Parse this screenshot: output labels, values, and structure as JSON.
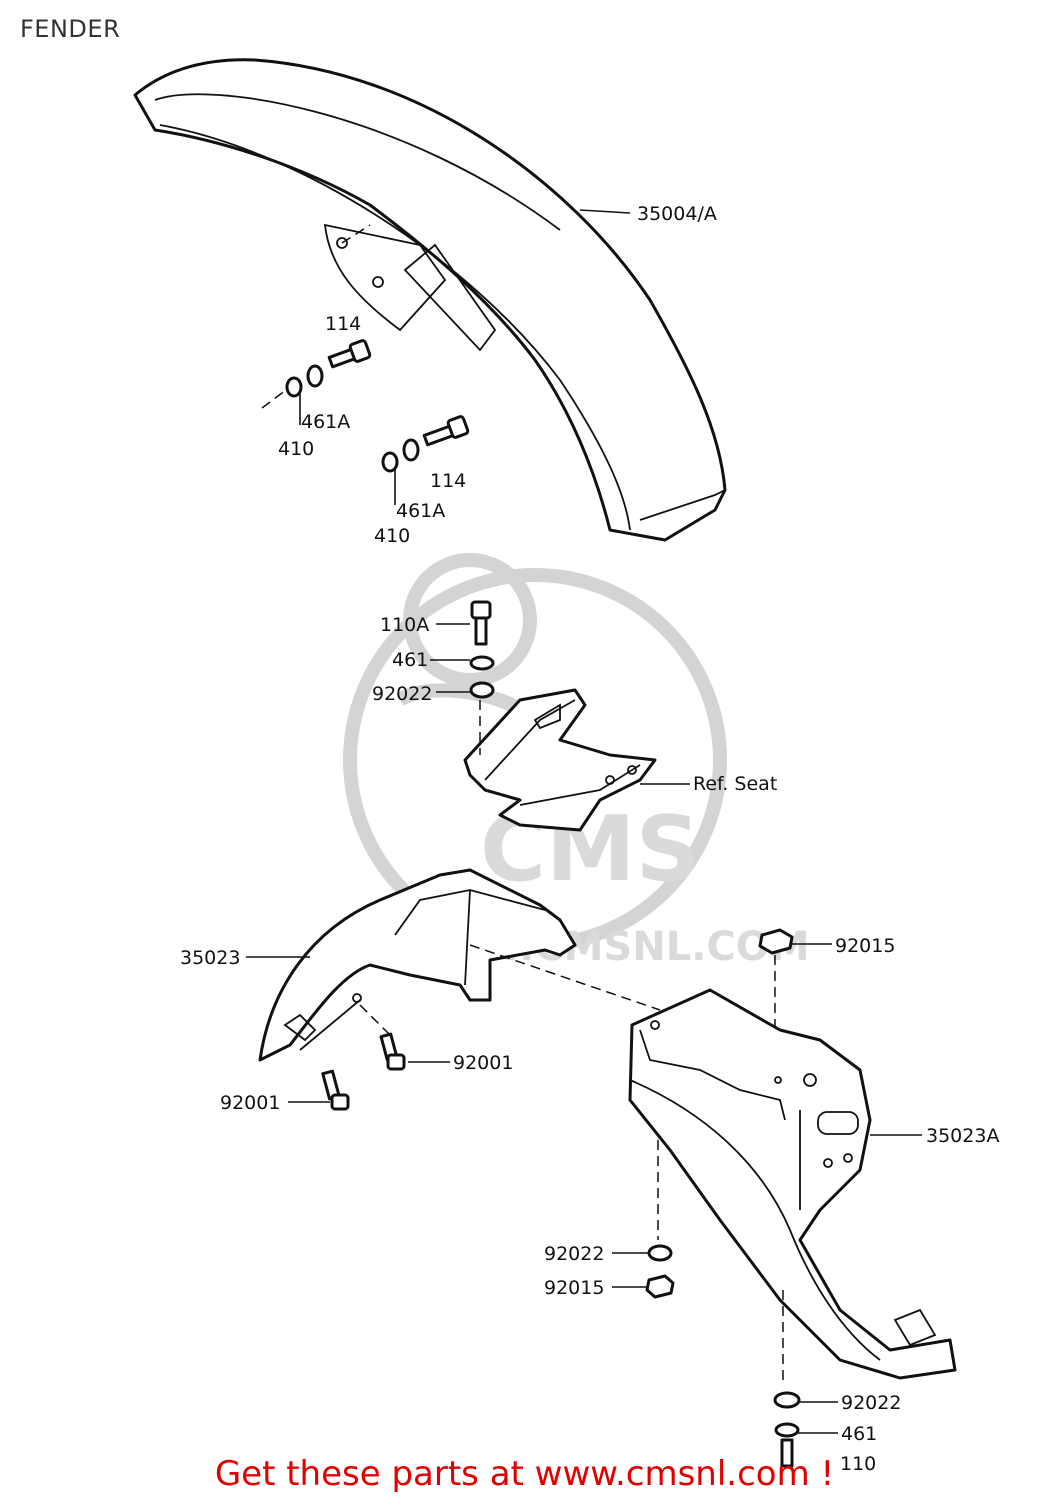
{
  "page": {
    "title": "FENDER",
    "footer": "Get these parts at www.cmsnl.com !",
    "watermark": "CMS",
    "watermark_url": "WWW.CMSNL.COM"
  },
  "labels": {
    "front_fender": "35004/A",
    "bolt_114_a": "114",
    "lock_461a_a": "461A",
    "nut_410_a": "410",
    "bolt_114_b": "114",
    "lock_461a_b": "461A",
    "nut_410_b": "410",
    "bolt_110a": "110A",
    "washer_461_top": "461",
    "washer_92022_top": "92022",
    "ref_seat": "Ref. Seat",
    "rear_inner": "35023",
    "nut_92015_top": "92015",
    "bolt_92001_a": "92001",
    "bolt_92001_b": "92001",
    "rear_fender": "35023A",
    "washer_92022_mid": "92022",
    "nut_92015_mid": "92015",
    "washer_92022_bottom": "92022",
    "washer_461_bottom": "461",
    "bolt_110_bottom": "110"
  },
  "colors": {
    "line": "#111111",
    "footer": "#e00000",
    "watermark": "#d4d4d4"
  }
}
